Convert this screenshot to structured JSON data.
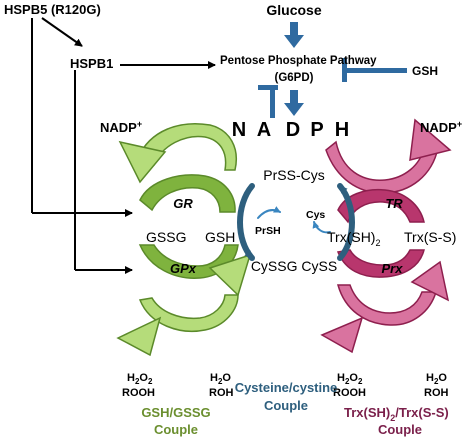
{
  "colors": {
    "green": "#8dc63f",
    "green_dark": "#5b8a2a",
    "blue": "#2f6aa0",
    "teal": "#2e5f7e",
    "pink": "#c2487a",
    "pink_dark": "#8e1f4e",
    "couple_green": "#6b8f2f",
    "couple_blue": "#2e5f7e",
    "couple_pink": "#7a1f4a"
  },
  "nodes": {
    "hspb5": "HSPB5 (R120G)",
    "hspb1": "HSPB1",
    "glucose": "Glucose",
    "ppp": "Pentose Phosphate Pathway",
    "g6pd": "(G6PD)",
    "gsh_right": "GSH",
    "nadph_letters": [
      "N",
      "A",
      "D",
      "P",
      "H"
    ],
    "nadp_left": "NADP",
    "nadp_right": "NADP",
    "nadp_sup": "+",
    "gr": "GR",
    "gpx": "GPx",
    "gssg": "GSSG",
    "gsh": "GSH",
    "prss_cys": "PrSS-Cys",
    "prsh": "PrSH",
    "cys": "Cys",
    "cyssg_cyss": "CySSG CySS",
    "tr": "TR",
    "prx": "Prx",
    "trx_sh": "Trx(SH)",
    "trx_sh_sub": "2",
    "trx_ss": "Trx(S-S)",
    "left_h2o2": "H",
    "left_h2o2_sub": "2",
    "left_h2o2_o": "O",
    "left_h2o2_sub2": "2",
    "left_rooh": "ROOH",
    "left_h2o": "H",
    "left_h2o_sub": "2",
    "left_h2o_o": "O",
    "left_roh": "ROH",
    "right_h2o2": "H",
    "right_h2o2_sub": "2",
    "right_h2o2_o": "O",
    "right_h2o2_sub2": "2",
    "right_rooh": "ROOH",
    "right_h2o": "H",
    "right_h2o_sub": "2",
    "right_h2o_o": "O",
    "right_roh": "ROH"
  },
  "couples": {
    "gsh_line1": "GSH/GSSG",
    "gsh_line2": "Couple",
    "cys_line1": "Cysteine/cystine",
    "cys_line2": "Couple",
    "trx_line1a": "Trx(SH)",
    "trx_line1_sub": "2",
    "trx_line1b": "/Trx(S-S)",
    "trx_line2": "Couple"
  }
}
